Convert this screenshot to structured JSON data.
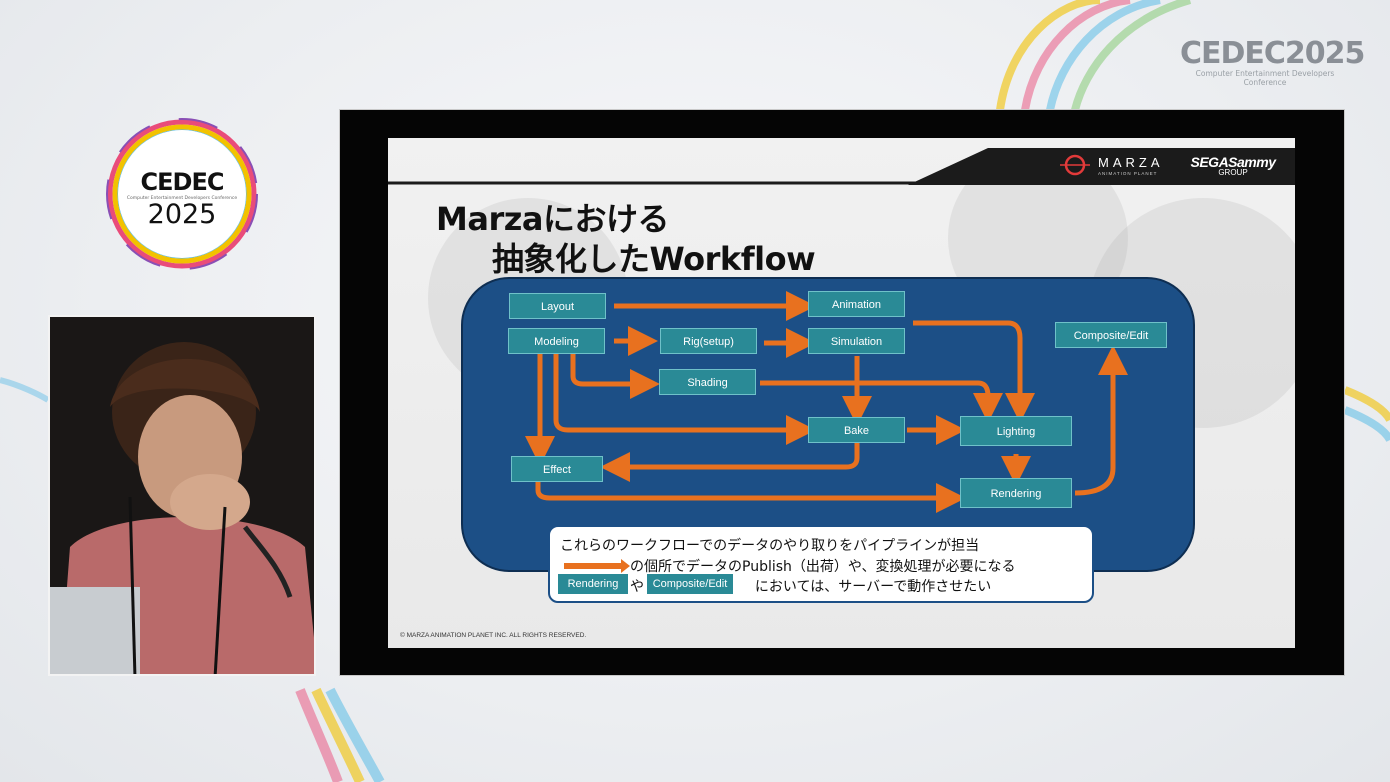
{
  "event": {
    "logo_right_text": "CEDEC2025",
    "logo_right_sub": "Computer Entertainment Developers Conference",
    "logo_left_name": "CEDEC",
    "logo_left_sub": "Computer Entertainment Developers Conference",
    "logo_left_year": "2025"
  },
  "slide": {
    "title_line1": "Marzaにおける",
    "title_line2": "抽象化したWorkflow",
    "header_logos": {
      "marza_name": "MARZA",
      "marza_tag": "ANIMATION PLANET",
      "sega_name": "SEGASammy",
      "sega_group": "GROUP"
    },
    "copyright": "© MARZA ANIMATION PLANET INC. ALL RIGHTS RESERVED.",
    "nodes": {
      "layout": "Layout",
      "animation": "Animation",
      "modeling": "Modeling",
      "rig": "Rig(setup)",
      "simulation": "Simulation",
      "composite": "Composite/Edit",
      "shading": "Shading",
      "bake": "Bake",
      "lighting": "Lighting",
      "effect": "Effect",
      "rendering": "Rendering"
    },
    "callout": {
      "line1": "これらのワークフローでのデータのやり取りをパイプラインが担当",
      "line2": "の個所でデータのPublish（出荷）や、変換処理が必要になる",
      "line3_mid": "や",
      "line3_end": "においては、サーバーで動作させたい",
      "chip_rendering": "Rendering",
      "chip_composite": "Composite/Edit"
    }
  },
  "colors": {
    "panel": "#1c4f86",
    "node": "#2a8a96",
    "arrow": "#e8711f"
  }
}
